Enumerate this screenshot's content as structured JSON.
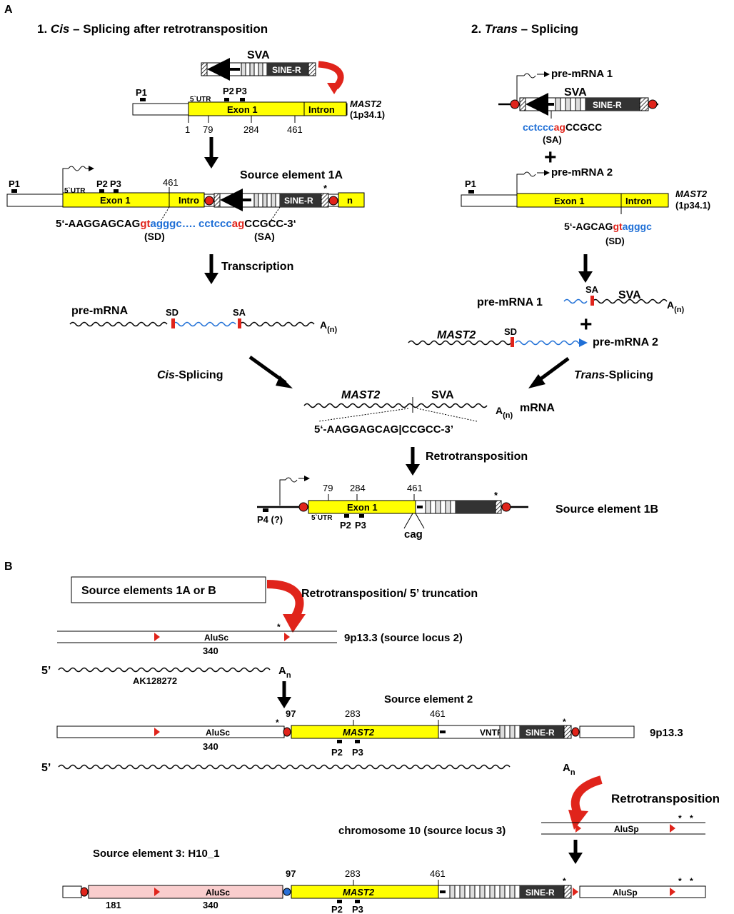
{
  "colors": {
    "exon_yellow": "#ffff00",
    "alu_pink": "#f9cdcd",
    "splice_red": "#e0241b",
    "seq_blue": "#1f6fd6",
    "sine_dark": "#333333"
  },
  "panelA": {
    "label": "A",
    "left_title_num": "1.",
    "left_title_em": "Cis",
    "left_title_rest": " – Splicing after retrotransposition",
    "right_title_num": "2.",
    "right_title_em": "Trans",
    "right_title_rest": " – Splicing",
    "sva": "SVA",
    "sine_r": "SINE-R",
    "p1": "P1",
    "p2": "P2",
    "p3": "P3",
    "p4": "P4 (?)",
    "utr": "5`UTR",
    "exon1": "Exon 1",
    "intron": "Intron",
    "intro": "Intro",
    "n": "n",
    "mast2": "MAST2",
    "locus": "(1p34.1)",
    "pos": {
      "p1": "1",
      "p79": "79",
      "p284": "284",
      "p461": "461"
    },
    "source1a": "Source element 1A",
    "seq_black1": "5‘-AAGGAGCAG",
    "seq_red1": "gt",
    "seq_blue1": "agggc…. cctccc",
    "seq_red2": "ag",
    "seq_black2": "CCGCC-3‘",
    "sd": "(SD)",
    "sa": "(SA)",
    "sd_short": "SD",
    "sa_short": "SA",
    "transcription": "Transcription",
    "pre_mrna": "pre-mRNA",
    "an": "A",
    "an_sub": "(n)",
    "cis_splicing_em": "Cis",
    "cis_splicing_rest": "-Splicing",
    "trans_splicing_em": "Trans",
    "trans_splicing_rest": "-Splicing",
    "pre_mrna1": "pre-mRNA 1",
    "pre_mrna2": "pre-mRNA 2",
    "r_seq_blue": "cctccc",
    "r_seq_red": "ag",
    "r_seq_black": "CCGCC",
    "r2_seq_black": "5‘-AGCAG",
    "r2_seq_red": "gt",
    "r2_seq_blue": "agggc",
    "plus": "+",
    "mrna": "mRNA",
    "junction_seq": "5‘-AAGGAGCAG|CCGCC-3’",
    "retrotransposition": "Retrotransposition",
    "cag": "cag",
    "source1b": "Source element 1B",
    "star": "*"
  },
  "panelB": {
    "label": "B",
    "source_box": "Source elements 1A or B",
    "retro_trunc": "Retrotransposition/ 5’ truncation",
    "alusc": "AluSc",
    "alusp": "AluSp",
    "locus2": "9p13.3 (source locus 2)",
    "pos340": "340",
    "pos181": "181",
    "five_prime": "5’",
    "an": "A",
    "an_sub": "n",
    "ak": "AK128272",
    "source2": "Source element 2",
    "pos97": "97",
    "pos283": "283",
    "pos461": "461",
    "mast2": "MAST2",
    "vntr": "VNTR",
    "sine_r": "SINE-R",
    "p2": "P2",
    "p3": "P3",
    "loc_9p": "9p13.3",
    "retrotransposition": "Retrotransposition",
    "chr10": "chromosome 10 (source locus 3)",
    "source3": "Source element 3:   H10_1",
    "star": "*"
  }
}
